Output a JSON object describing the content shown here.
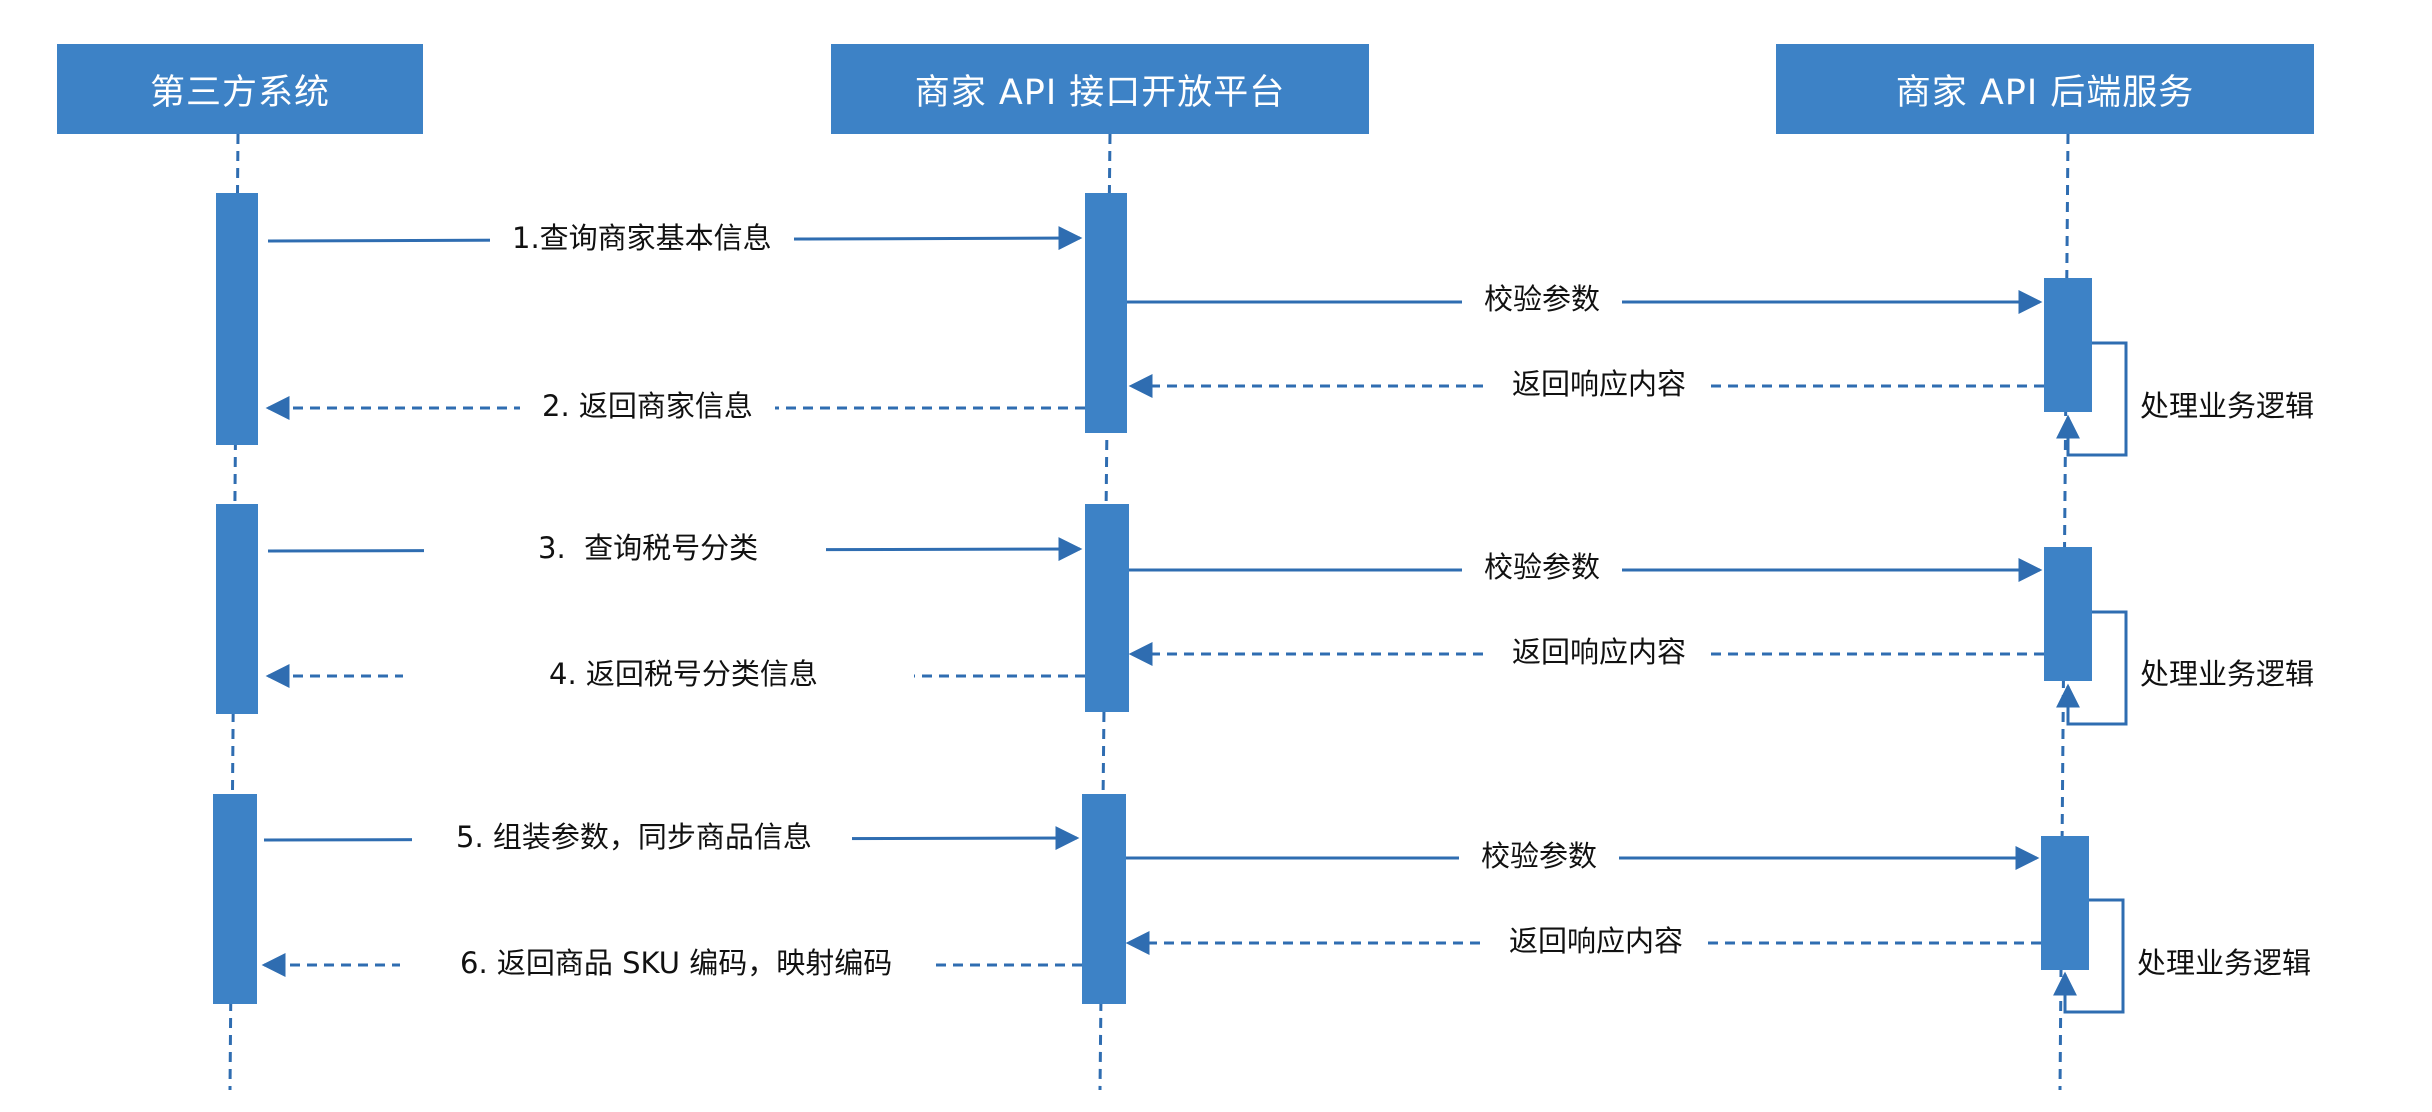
{
  "diagram": {
    "colors": {
      "accent": "#3d82c6",
      "line": "#2f6db1",
      "text": "#111111"
    },
    "actors": [
      "第三方系统",
      "商家 API 接口开放平台",
      "商家 API 后端服务"
    ],
    "groups": [
      {
        "request": "1.查询商家基本信息",
        "response": "2. 返回商家信息",
        "validate": "校验参数",
        "backend_response": "返回响应内容",
        "process": "处理业务逻辑"
      },
      {
        "request": "3.  查询税号分类",
        "response": "4. 返回税号分类信息",
        "validate": "校验参数",
        "backend_response": "返回响应内容",
        "process": "处理业务逻辑"
      },
      {
        "request": "5. 组装参数，同步商品信息",
        "response": "6. 返回商品 SKU 编码，映射编码",
        "validate": "校验参数",
        "backend_response": "返回响应内容",
        "process": "处理业务逻辑"
      }
    ]
  }
}
